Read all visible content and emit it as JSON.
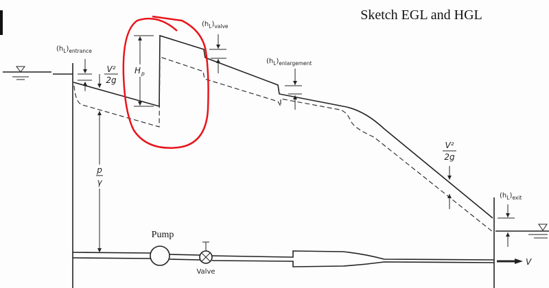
{
  "title": "Sketch EGL and HGL",
  "labels": {
    "hl_entrance": {
      "base": "(h",
      "sub1": "L",
      "close": ")",
      "sub2": "entrance"
    },
    "hl_valve": {
      "base": "(h",
      "sub1": "L",
      "close": ")",
      "sub2": "valve"
    },
    "hl_enlargement": {
      "base": "(h",
      "sub1": "L",
      "close": ")",
      "sub2": "enlargement"
    },
    "hl_exit": {
      "base": "(h",
      "sub1": "L",
      "close": ")",
      "sub2": "exit"
    },
    "velocity_head_num": "V²",
    "velocity_head_den": "2g",
    "pump_head": "H",
    "pump_head_sub": "p",
    "pressure_head_num": "p",
    "pressure_head_den": "γ",
    "pump": "Pump",
    "valve": "Valve",
    "velocity": "V"
  },
  "colors": {
    "annotation": "#e8141a",
    "ink": "#222222"
  }
}
